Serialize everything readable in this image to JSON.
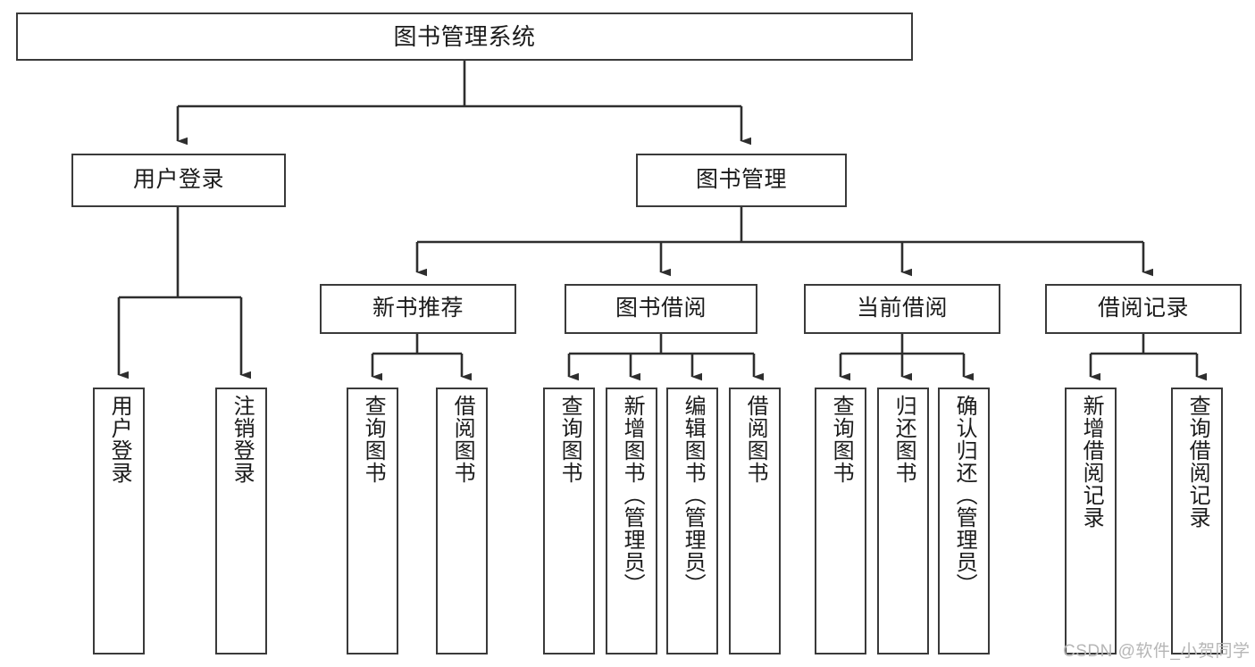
{
  "diagram": {
    "type": "tree-hierarchy",
    "orientation": "top-down",
    "root": {
      "id": "root",
      "label": "图书管理系统"
    },
    "level2": [
      {
        "id": "user-login",
        "label": "用户登录"
      },
      {
        "id": "book-management",
        "label": "图书管理"
      }
    ],
    "level3": [
      {
        "id": "new-book-recommend",
        "label": "新书推荐",
        "parent": "book-management"
      },
      {
        "id": "book-borrow",
        "label": "图书借阅",
        "parent": "book-management"
      },
      {
        "id": "current-borrow",
        "label": "当前借阅",
        "parent": "book-management"
      },
      {
        "id": "borrow-record",
        "label": "借阅记录",
        "parent": "book-management"
      }
    ],
    "leaves": [
      {
        "id": "leaf-user-login",
        "label": "用户登录",
        "parent": "user-login"
      },
      {
        "id": "leaf-logout-login",
        "label": "注销登录",
        "parent": "user-login"
      },
      {
        "id": "leaf-query-book-1",
        "label": "查询图书",
        "parent": "new-book-recommend"
      },
      {
        "id": "leaf-borrow-book-1",
        "label": "借阅图书",
        "parent": "new-book-recommend"
      },
      {
        "id": "leaf-query-book-2",
        "label": "查询图书",
        "parent": "book-borrow"
      },
      {
        "id": "leaf-add-book",
        "label": "新增图书（管理员）",
        "parent": "book-borrow"
      },
      {
        "id": "leaf-edit-book",
        "label": "编辑图书（管理员）",
        "parent": "book-borrow"
      },
      {
        "id": "leaf-borrow-book-2",
        "label": "借阅图书",
        "parent": "book-borrow"
      },
      {
        "id": "leaf-query-book-3",
        "label": "查询图书",
        "parent": "current-borrow"
      },
      {
        "id": "leaf-return-book",
        "label": "归还图书",
        "parent": "current-borrow"
      },
      {
        "id": "leaf-confirm-return",
        "label": "确认归还（管理员）",
        "parent": "current-borrow"
      },
      {
        "id": "leaf-add-record",
        "label": "新增借阅记录",
        "parent": "borrow-record"
      },
      {
        "id": "leaf-query-record",
        "label": "查询借阅记录",
        "parent": "borrow-record"
      }
    ],
    "colors": {
      "stroke": "#3a3a3a",
      "fill": "#ffffff",
      "text": "#1b1b1b",
      "watermark": "#b6b6b6"
    }
  },
  "watermark": {
    "text": "CSDN @软件_小贺同学"
  }
}
